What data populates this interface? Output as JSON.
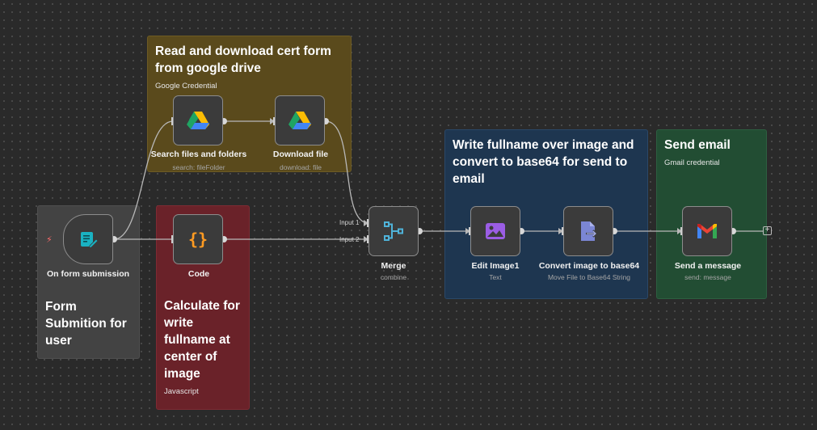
{
  "sticky_notes": {
    "read": {
      "title": "Read and download cert form from google drive",
      "sub": "Google Credential"
    },
    "write": {
      "title": "Write fullname over image and convert to base64 for send to email"
    },
    "send": {
      "title": "Send email",
      "sub": "Gmail credential"
    },
    "form": {
      "title": "Form Submition for user"
    },
    "calc": {
      "title": "Calculate for write fullname at center of image",
      "sub": "Javascript"
    }
  },
  "nodes": {
    "trigger": {
      "label": "On form submission",
      "icon": "form-icon"
    },
    "search": {
      "label": "Search files and folders",
      "sub": "search: fileFolder",
      "icon": "google-drive-icon"
    },
    "download": {
      "label": "Download file",
      "sub": "download: file",
      "icon": "google-drive-icon"
    },
    "code": {
      "label": "Code",
      "icon": "code-braces-icon"
    },
    "merge": {
      "label": "Merge",
      "sub": "combine",
      "input1": "Input 1",
      "input2": "Input 2",
      "icon": "merge-icon"
    },
    "edit_image": {
      "label": "Edit Image1",
      "sub": "Text",
      "icon": "image-icon"
    },
    "convert": {
      "label": "Convert image to base64",
      "sub": "Move File to Base64 String",
      "icon": "file-convert-icon"
    },
    "gmail": {
      "label": "Send a message",
      "sub": "send: message",
      "icon": "gmail-icon"
    }
  },
  "colors": {
    "canvas": "#2a2a2a",
    "node_border": "#8c8c8c",
    "wire": "#b8b8b8",
    "trigger_bolt": "#ff6b6b"
  }
}
